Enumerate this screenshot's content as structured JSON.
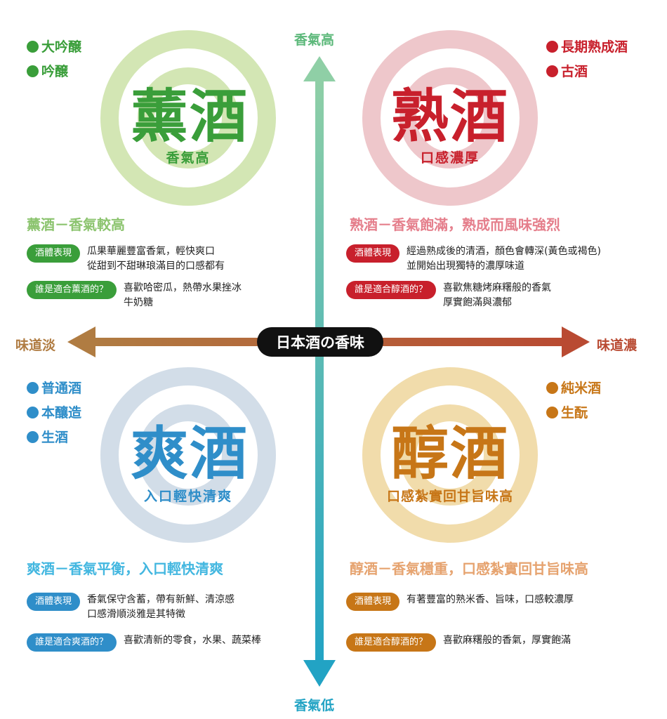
{
  "center_title": "日本酒の香味",
  "axes": {
    "top": "香氣高",
    "bottom": "香氣低",
    "left": "味道淡",
    "right": "味道濃"
  },
  "colors": {
    "kunshu": "#3a9e3a",
    "kunshu_light": "#d3e6b4",
    "jukushu": "#c8202c",
    "jukushu_light": "#eec7cb",
    "soushu": "#2f8ec9",
    "soushu_light": "#d2dde8",
    "junshu": "#c77617",
    "junshu_light": "#f1dcab",
    "axis_top": "#8fcfa6",
    "axis_bottom": "#22a3c4",
    "axis_left": "#b07c42",
    "axis_right": "#b94a32"
  },
  "quadrants": {
    "kunshu": {
      "name": "薰酒",
      "subtitle": "香氣高",
      "tags": [
        "大吟醸",
        "吟醸"
      ],
      "section_title": "薰酒－香氣較高",
      "rows": [
        {
          "label": "酒體表現",
          "text": "瓜果華麗豐富香氣，輕快爽口\n從甜到不甜琳琅滿目的口感都有"
        },
        {
          "label": "誰是適合薰酒的？",
          "text": "喜歡哈密瓜，熱帶水果挫冰\n牛奶糖"
        }
      ]
    },
    "jukushu": {
      "name": "熟酒",
      "subtitle": "口感濃厚",
      "tags": [
        "長期熟成酒",
        "古酒"
      ],
      "section_title": "熟酒－香氣飽滿，熟成而風味強烈",
      "rows": [
        {
          "label": "酒體表現",
          "text": "經過熟成後的清酒，顏色會轉深(黃色或褐色)\n並開始出現獨特的濃厚味道"
        },
        {
          "label": "誰是適合醇酒的？",
          "text": "喜歡焦糖烤麻糬般的香氣\n厚實飽滿與濃郁"
        }
      ]
    },
    "soushu": {
      "name": "爽酒",
      "subtitle": "入口輕快清爽",
      "tags": [
        "普通酒",
        "本釀造",
        "生酒"
      ],
      "section_title": "爽酒－香氣平衡，入口輕快清爽",
      "rows": [
        {
          "label": "酒體表現",
          "text": "香氣保守含蓄，帶有新鮮、清涼感\n口感滑順淡雅是其特徵"
        },
        {
          "label": "誰是適合爽酒的？",
          "text": "喜歡清新的零食，水果、蔬菜棒"
        }
      ]
    },
    "junshu": {
      "name": "醇酒",
      "subtitle": "口感紮實回甘旨味高",
      "tags": [
        "純米酒",
        "生酛"
      ],
      "section_title": "醇酒－香氣穩重，口感紮實回甘旨味高",
      "rows": [
        {
          "label": "酒體表現",
          "text": "有著豐富的熟米香、旨味，口感較濃厚"
        },
        {
          "label": "誰是適合醇酒的？",
          "text": "喜歡麻糬般的香氣，厚實飽滿"
        }
      ]
    }
  }
}
